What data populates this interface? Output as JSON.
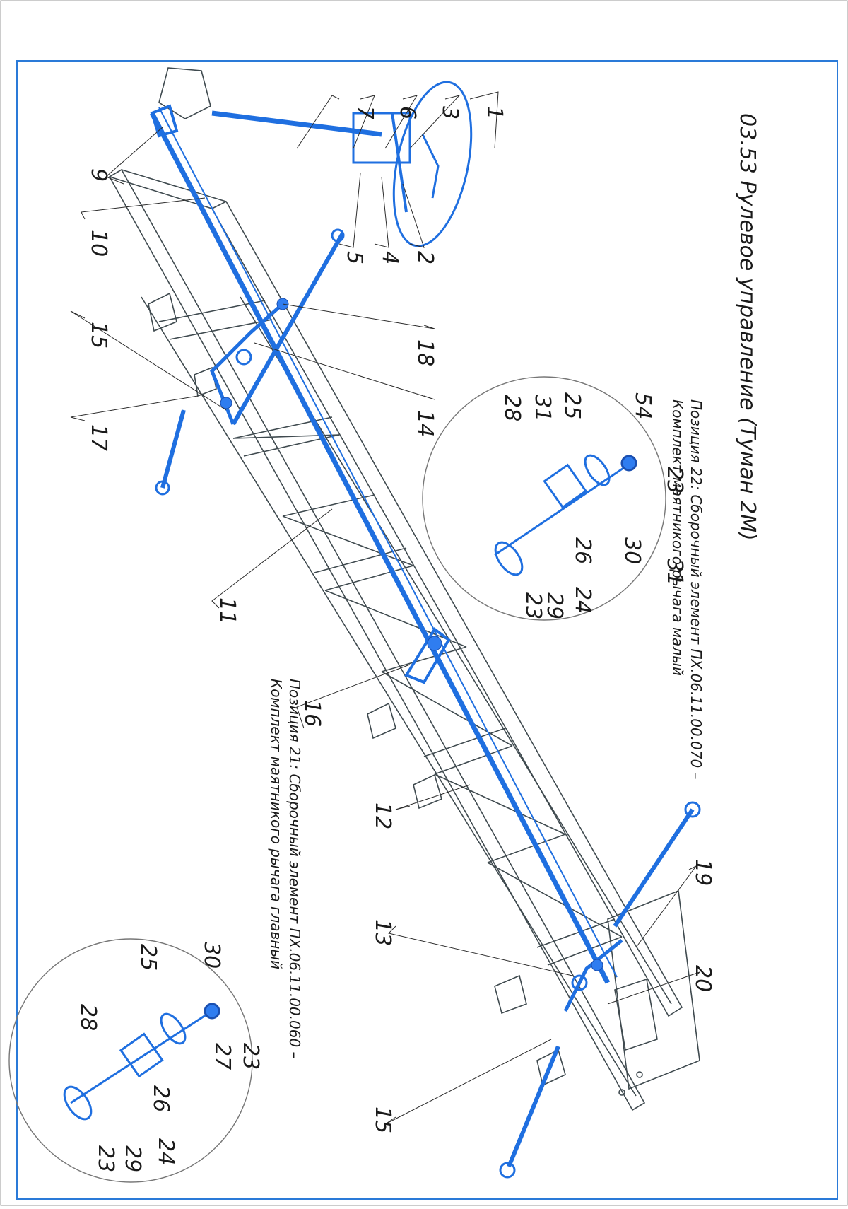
{
  "title": "03.53  Рулевое управление (Туман 2М)",
  "callouts": [
    "1",
    "2",
    "3",
    "4",
    "5",
    "6",
    "7",
    "9",
    "10",
    "15",
    "18",
    "17",
    "14",
    "11",
    "16",
    "12",
    "13",
    "15",
    "19",
    "20"
  ],
  "detail_22": {
    "caption_line1": "Позиция 22: Сборочный элемент ПХ.06.11.00.070 –",
    "caption_line2": "Комплект маятникого рычага малый",
    "labels": [
      "54",
      "25",
      "31",
      "28",
      "23",
      "31",
      "30",
      "26",
      "24",
      "29",
      "23"
    ]
  },
  "detail_21": {
    "caption_line1": "Позиция 21: Сборочный элемент ПХ.06.11.00.060 –",
    "caption_line2": "Комплект маятникого рычага главный",
    "labels": [
      "30",
      "25",
      "28",
      "23",
      "27",
      "26",
      "24",
      "29",
      "23"
    ]
  },
  "colors": {
    "part_blue": "#1f6fe0",
    "frame_line": "#3f4a4f",
    "border_blue": "#2a7ad8"
  }
}
